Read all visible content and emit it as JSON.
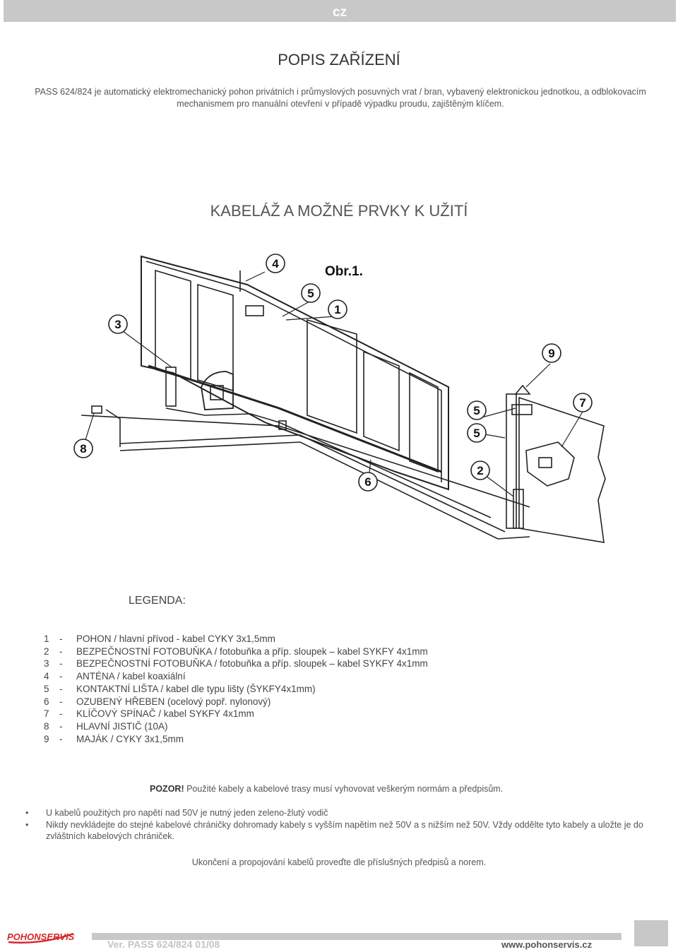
{
  "header": {
    "lang": "cz"
  },
  "title": "POPIS ZAŘÍZENÍ",
  "intro": "PASS 624/824 je automatický elektromechanický pohon privátních i průmyslových posuvných vrat / bran, vybavený elektronickou jednotkou, a odblokovacím mechanismem pro manuální otevření v případě výpadku proudu, zajištěným klíčem.",
  "subtitle": "KABELÁŽ A MOŽNÉ PRVKY K UŽITÍ",
  "diagram": {
    "caption": "Obr.1.",
    "callouts": [
      "4",
      "5",
      "1",
      "3",
      "9",
      "5",
      "7",
      "5",
      "8",
      "2",
      "6"
    ]
  },
  "legend_title": "LEGENDA:",
  "legend": [
    {
      "num": "1",
      "text": "POHON / hlavní přívod - kabel CYKY 3x1,5mm"
    },
    {
      "num": "2",
      "text": "BEZPEČNOSTNÍ FOTOBUŇKA / fotobuňka a příp. sloupek – kabel SYKFY 4x1mm"
    },
    {
      "num": "3",
      "text": "BEZPEČNOSTNÍ FOTOBUŇKA / fotobuňka a příp. sloupek – kabel SYKFY 4x1mm"
    },
    {
      "num": "4",
      "text": "ANTÉNA / kabel koaxiální"
    },
    {
      "num": "5",
      "text": "KONTAKTNÍ LIŠTA / kabel dle typu lišty (ŠYKFY4x1mm)"
    },
    {
      "num": "6",
      "text": "OZUBENÝ HŘEBEN (ocelový popř. nylonový)"
    },
    {
      "num": "7",
      "text": "KLÍČOVÝ SPÍNAČ / kabel SYKFY 4x1mm"
    },
    {
      "num": "8",
      "text": "HLAVNÍ JISTIČ (10A)"
    },
    {
      "num": "9",
      "text": "MAJÁK / CYKY 3x1,5mm"
    }
  ],
  "warning": {
    "label": "POZOR!",
    "text": " Použité kabely a kabelové trasy musí vyhovovat  veškerým normám a předpisům."
  },
  "bullets": [
    "U kabelů použitých pro napětí nad  50V je nutný jeden zeleno-žlutý vodič",
    "Nikdy nevkládejte do stejné kabelové chráničky dohromady kabely s vyšším napětím než 50V a  s nižším než 50V. Vždy oddělte tyto kabely a uložte je do zvláštních kabelových chrániček."
  ],
  "final": "Ukončení a propojování kabelů proveďte dle příslušných předpisů a norem.",
  "footer": {
    "logo": "POHONSERVIS",
    "version": "Ver. PASS 624/824 01/08",
    "website": "www.pohonservis.cz"
  },
  "colors": {
    "bar": "#c8c8c8",
    "logo_red": "#d4282a"
  }
}
